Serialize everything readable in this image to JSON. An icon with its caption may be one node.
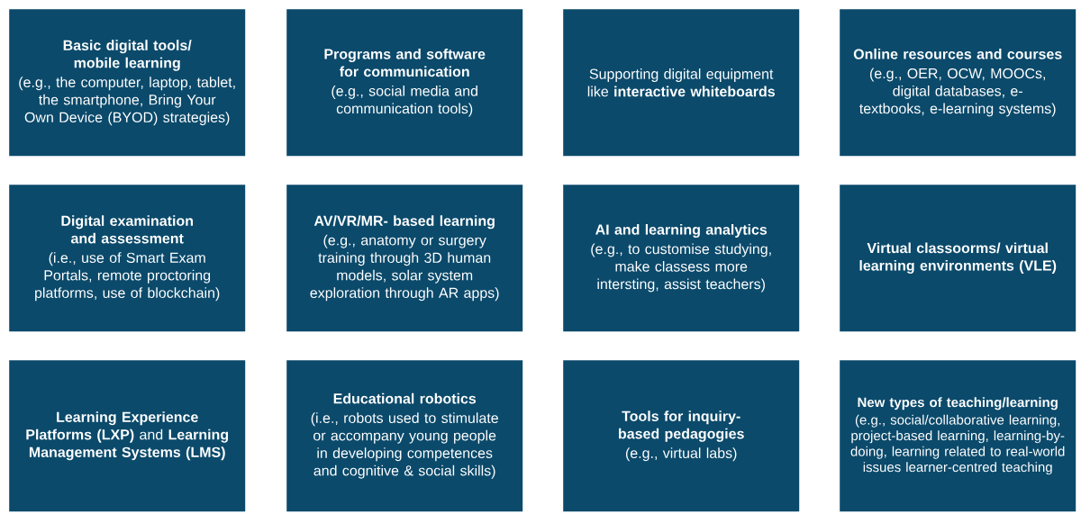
{
  "diagram": {
    "nodes": [
      {
        "text": [
          "Basic digital tools/ mobile learning",
          "(e.g., the computer, laptop, tablet, the smartphone, Bring Your Own Device (BYOD) strategies)"
        ]
      },
      {
        "text": [
          "Programs and software for communication",
          "(e.g., social media and communication tools)"
        ]
      },
      {
        "text": [
          "Supporting digital equipment like **interactive whiteboards**"
        ]
      },
      {
        "text": [
          "Online resources and courses",
          "(e.g., OER, OCW, MOOCs, digital databases, e-textbooks, e-learning systems)"
        ]
      },
      {
        "text": [
          "Digital examination and assessment",
          "(i.e., use of Smart Exam Portals, remote proctoring platforms, use of blockchain)"
        ]
      },
      {
        "text": [
          "AV/VR/MR- based learning",
          "(e.g., anatomy or surgery training through 3D human models, solar system exploration through AR apps)"
        ]
      },
      {
        "text": [
          "AI and learning analytics",
          "(e.g., to customise studying, make classess more intersting, assist teachers)"
        ]
      },
      {
        "text": [
          "Virtual classoorms/ virtual learning environments (VLE)"
        ]
      },
      {
        "text": [
          "**Learning Experience Platforms (LXP)** and **Learning Management Systems (LMS)**"
        ]
      },
      {
        "text": [
          "Educational robotics",
          "(i.e., robots used to stimulate or accompany young people in developing competences and cognitive & social skills)"
        ]
      },
      {
        "text": [
          "Tools for **inquiry-based pedagogies**",
          "(e.g., virtual labs)"
        ]
      },
      {
        "text": [
          "New types of teaching/learning",
          "(e.g., social/collaborative learning, project-based learning, learning-by-doing, learning related to real-world issues learner-centred teaching"
        ]
      }
    ]
  }
}
